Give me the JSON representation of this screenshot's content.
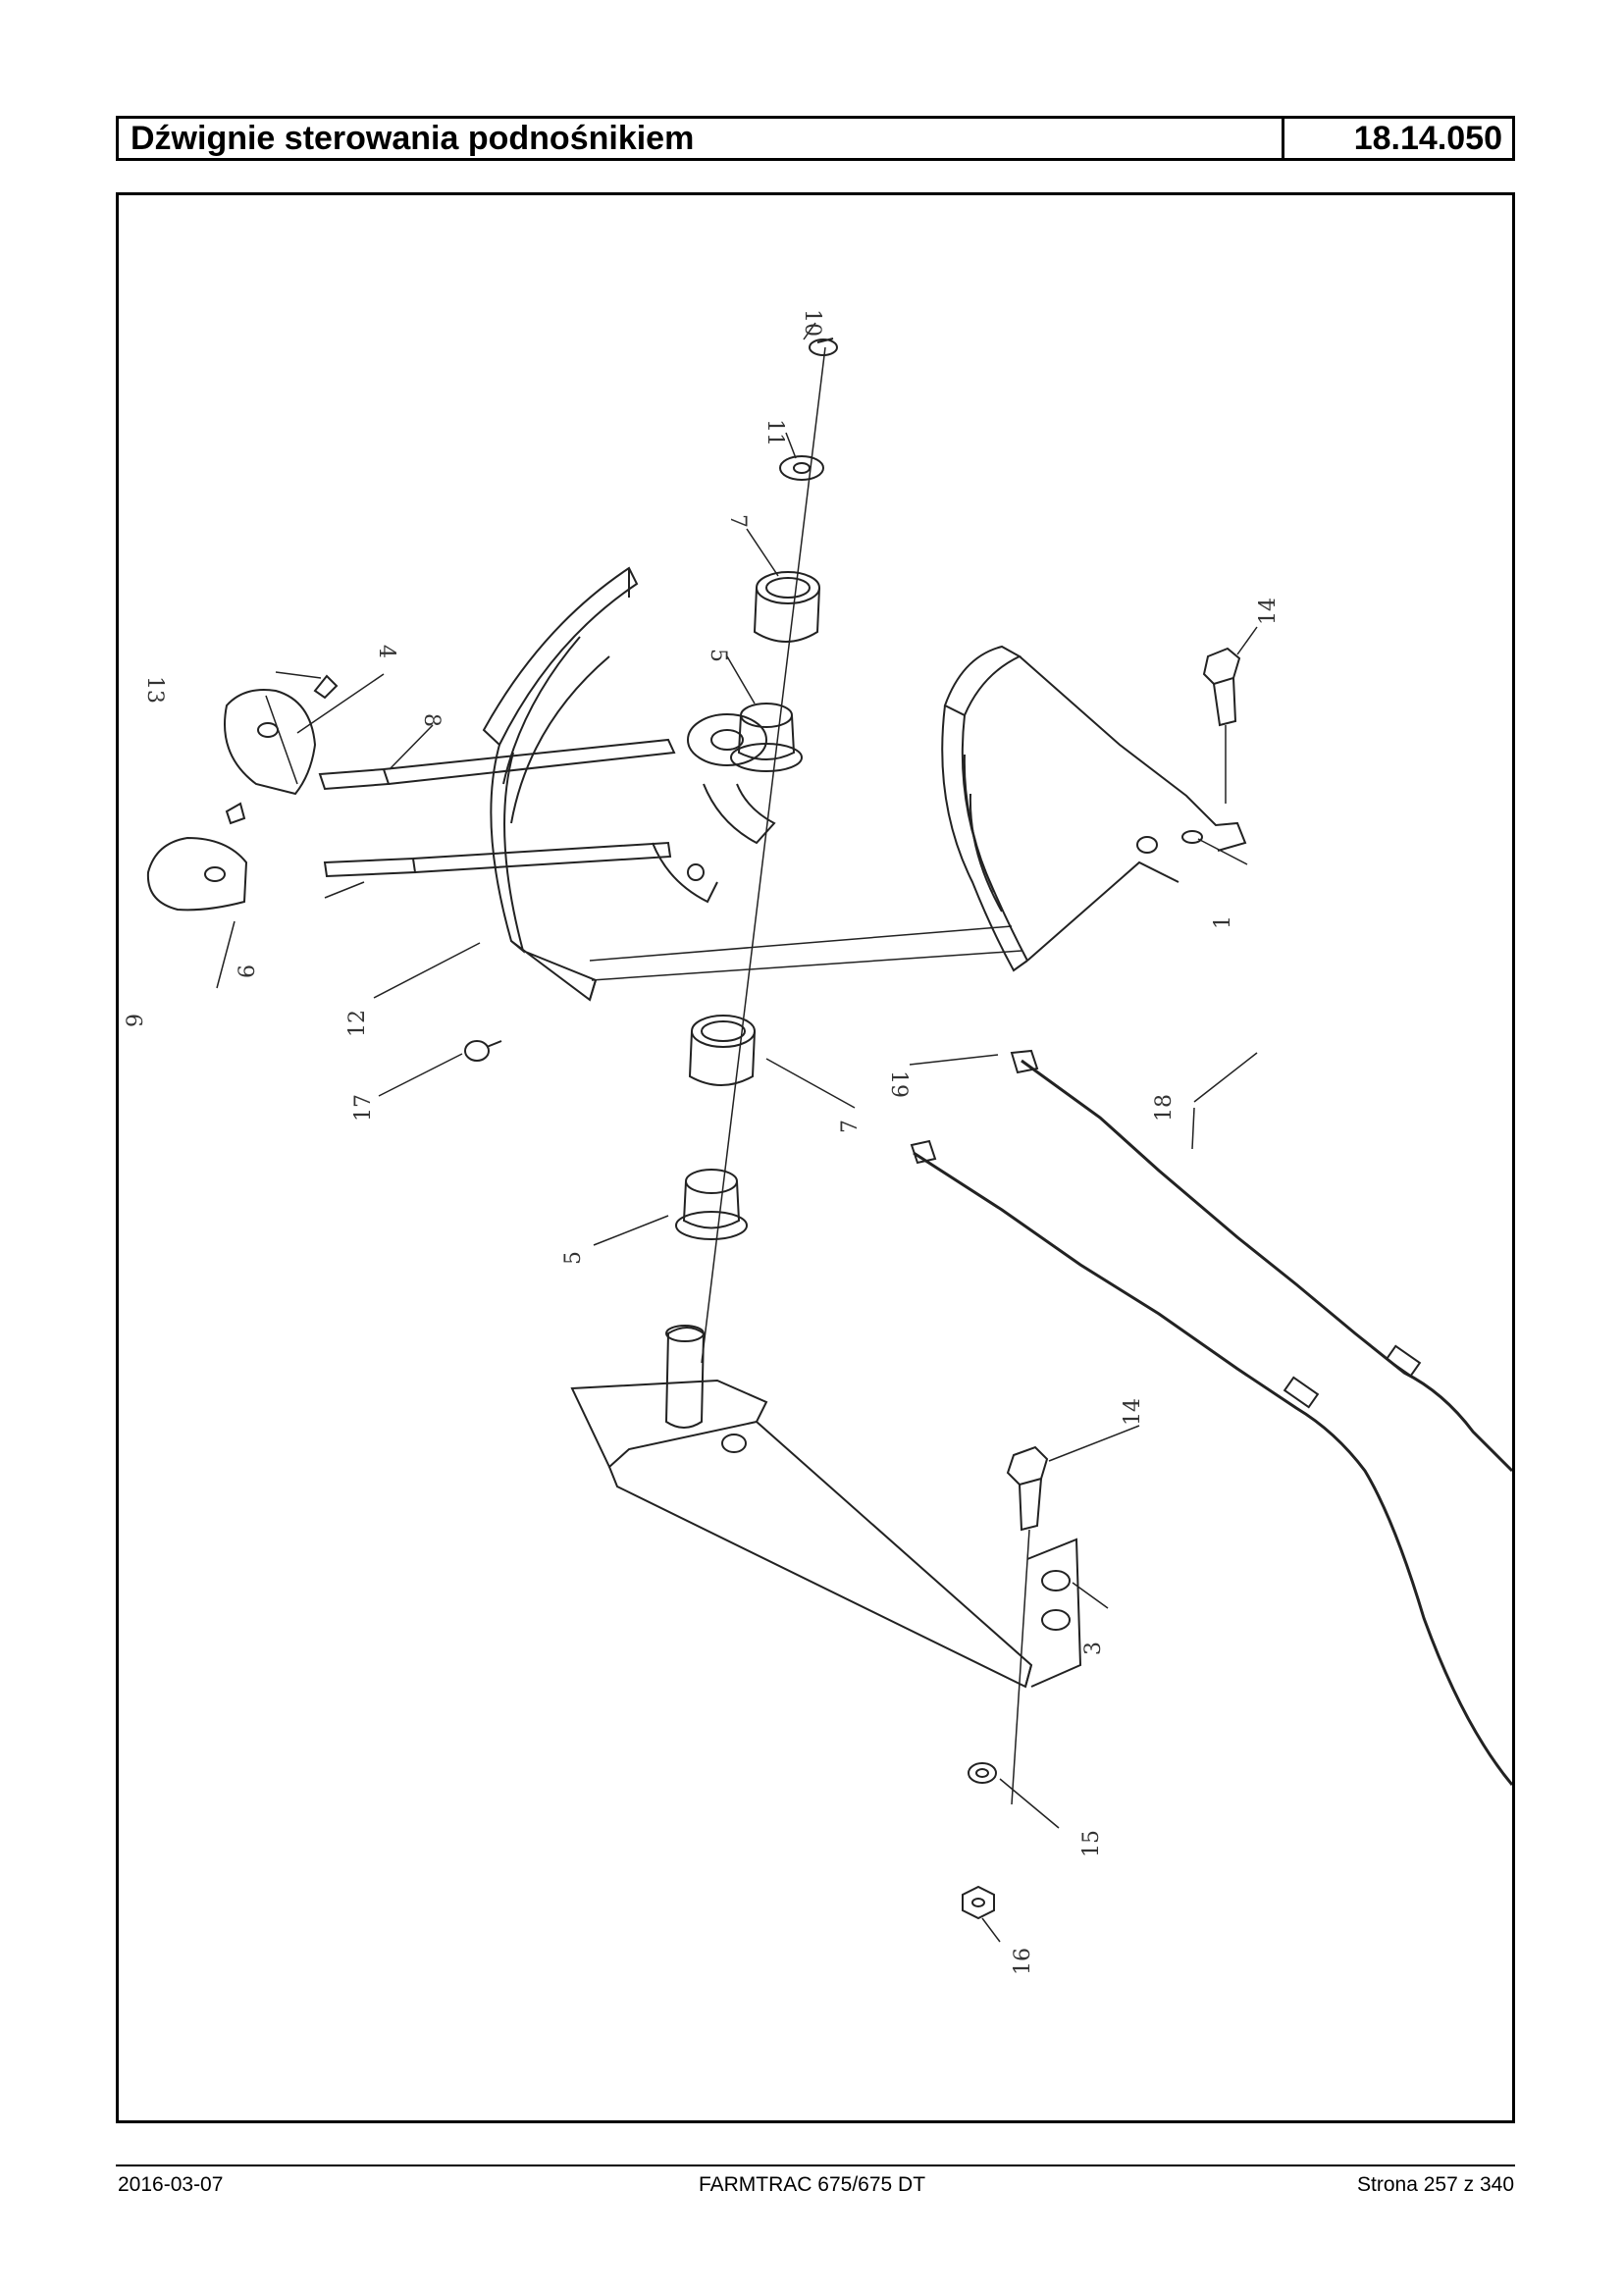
{
  "header": {
    "title": "Dźwignie sterowania podnośnikiem",
    "code": "18.14.050"
  },
  "diagram": {
    "callouts": [
      "10",
      "11",
      "7",
      "5",
      "14",
      "13",
      "4",
      "8",
      "9",
      "6",
      "12",
      "17",
      "1",
      "19",
      "7",
      "18",
      "5",
      "14",
      "3",
      "15",
      "16"
    ]
  },
  "footer": {
    "date": "2016-03-07",
    "model": "FARMTRAC 675/675 DT",
    "page": "Strona 257 z 340"
  }
}
